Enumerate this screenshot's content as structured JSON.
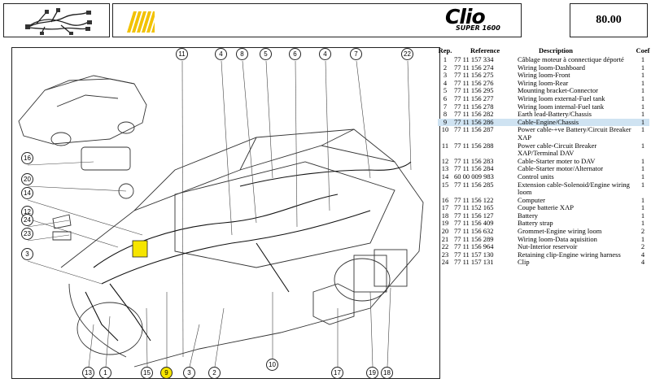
{
  "header": {
    "page_number": "80.00",
    "brand": "Clio",
    "model_sub": "SUPER 1600",
    "stripe_color": "#f2c200"
  },
  "diagram": {
    "highlight_color": "#f6e500",
    "callouts": [
      "11",
      "4",
      "8",
      "5",
      "6",
      "4",
      "7",
      "22",
      "16",
      "20",
      "14",
      "12",
      "24",
      "23",
      "3",
      "13",
      "1",
      "15",
      "9",
      "3",
      "2",
      "10",
      "17",
      "19",
      "18"
    ]
  },
  "parts_table": {
    "headers": {
      "rep": "Rep.",
      "reference": "Reference",
      "description": "Description",
      "coef": "Coef"
    },
    "rows": [
      {
        "rep": "1",
        "ref": "77 11 157 334",
        "desc": "Câblage moteur à connectique déporté",
        "coef": "1"
      },
      {
        "rep": "2",
        "ref": "77 11 156 274",
        "desc": "Wiring loom-Dashboard",
        "coef": "1"
      },
      {
        "rep": "3",
        "ref": "77 11 156 275",
        "desc": "Wiring loom-Front",
        "coef": "1"
      },
      {
        "rep": "4",
        "ref": "77 11 156 276",
        "desc": "Wiring loom-Rear",
        "coef": "1"
      },
      {
        "rep": "5",
        "ref": "77 11 156 295",
        "desc": "Mounting bracket-Connector",
        "coef": "1"
      },
      {
        "rep": "6",
        "ref": "77 11 156 277",
        "desc": "Wiring loom external-Fuel tank",
        "coef": "1"
      },
      {
        "rep": "7",
        "ref": "77 11 156 278",
        "desc": "Wiring loom internal-Fuel tank",
        "coef": "1"
      },
      {
        "rep": "8",
        "ref": "77 11 156 282",
        "desc": "Earth lead-Battery/Chassis",
        "coef": "1"
      },
      {
        "rep": "9",
        "ref": "77 11 156 286",
        "desc": "Cable-Engine/Chassis",
        "coef": "1",
        "highlight": true
      },
      {
        "rep": "10",
        "ref": "77 11 156 287",
        "desc": "Power cable-+ve Battery/Circuit Breaker XAP",
        "coef": "1"
      },
      {
        "rep": "11",
        "ref": "77 11 156 288",
        "desc": "Power cable-Circuit Breaker XAP/Terminal DAV",
        "coef": "1"
      },
      {
        "rep": "12",
        "ref": "77 11 156 283",
        "desc": "Cable-Starter moter to DAV",
        "coef": "1"
      },
      {
        "rep": "13",
        "ref": "77 11 156 284",
        "desc": "Cable-Starter motor/Alternator",
        "coef": "1"
      },
      {
        "rep": "14",
        "ref": "60 00 009 983",
        "desc": "Control units",
        "coef": "1"
      },
      {
        "rep": "15",
        "ref": "77 11 156 285",
        "desc": "Extension cable-Solenoid/Engine wiring loom",
        "coef": "1"
      },
      {
        "rep": "16",
        "ref": "77 11 156 122",
        "desc": "Computer",
        "coef": "1"
      },
      {
        "rep": "17",
        "ref": "77 11 152 165",
        "desc": "Coupe batterie XAP",
        "coef": "1"
      },
      {
        "rep": "18",
        "ref": "77 11 156 127",
        "desc": "Battery",
        "coef": "1"
      },
      {
        "rep": "19",
        "ref": "77 11 156 409",
        "desc": "Battery strap",
        "coef": "1"
      },
      {
        "rep": "20",
        "ref": "77 11 156 632",
        "desc": "Grommet-Engine wiring loom",
        "coef": "2"
      },
      {
        "rep": "21",
        "ref": "77 11 156 289",
        "desc": "Wiring loom-Data aquisition",
        "coef": "1"
      },
      {
        "rep": "22",
        "ref": "77 11 156 964",
        "desc": "Nut-Interior reservoir",
        "coef": "2"
      },
      {
        "rep": "23",
        "ref": "77 11 157 130",
        "desc": "Retaining clip-Engine wiring harness",
        "coef": "4"
      },
      {
        "rep": "24",
        "ref": "77 11 157 131",
        "desc": "Clip",
        "coef": "4"
      }
    ]
  }
}
